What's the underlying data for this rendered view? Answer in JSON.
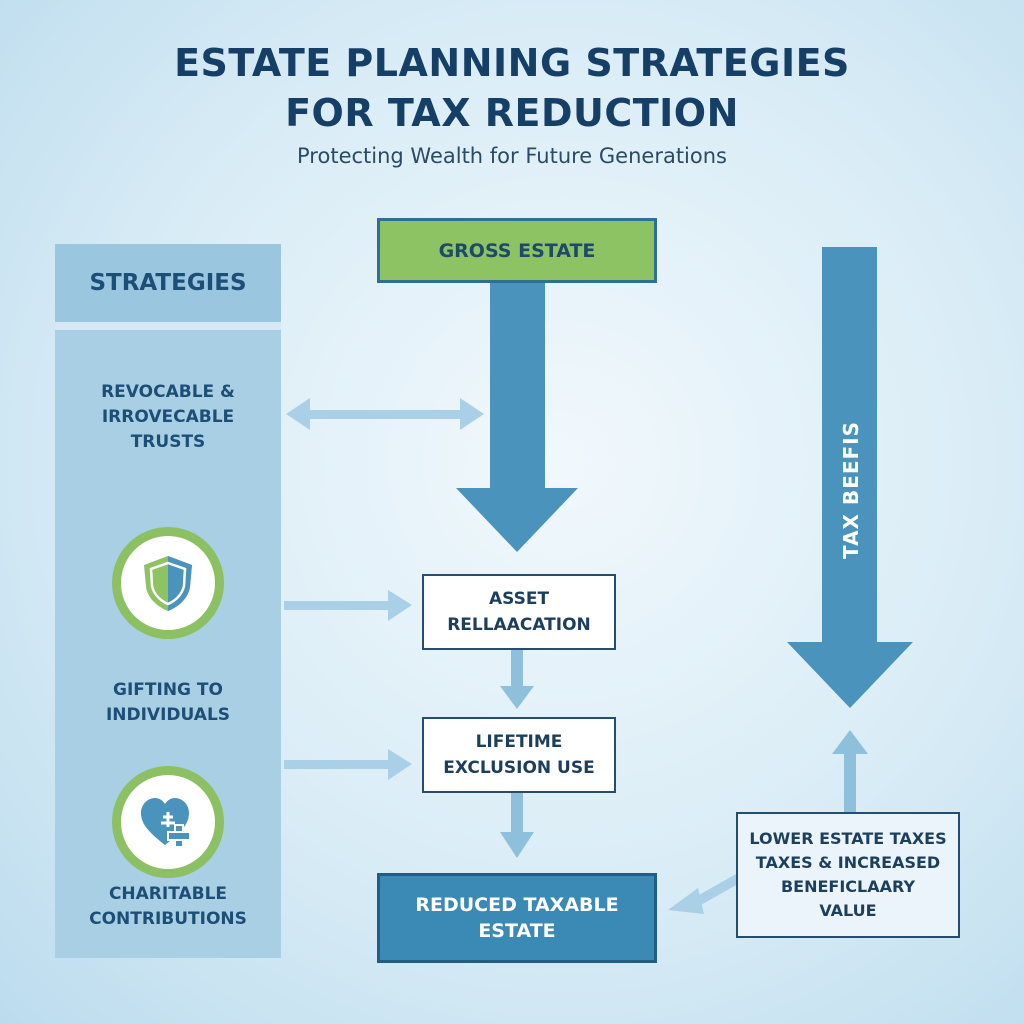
{
  "header": {
    "title_line1": "ESTATE PLANNING STRATEGIES",
    "title_line2": "FOR TAX REDUCTION",
    "subtitle": "Protecting Wealth for Future Generations"
  },
  "sidebar": {
    "heading": "STRATEGIES",
    "items": [
      {
        "label_line1": "REVOCABLE &",
        "label_line2": "IRROVECABLE",
        "label_line3": "TRUSTS"
      },
      {
        "icon": "shield-icon",
        "label_line1": "GIFTING TO",
        "label_line2": "INDIVIDUALS"
      },
      {
        "icon": "heart-plus-icon",
        "label_line1": "CHARITABLE",
        "label_line2": "CONTRIBUTIONS"
      }
    ]
  },
  "flow": {
    "gross_estate": "GROSS ESTATE",
    "asset_line1": "ASSET",
    "asset_line2": "RELLAACATION",
    "lifetime_line1": "LIFETIME",
    "lifetime_line2": "EXCLUSION USE",
    "reduced_line1": "REDUCED TAXABLE",
    "reduced_line2": "ESTATE"
  },
  "benefits": {
    "arrow_label": "TAX BEEFIS",
    "line1": "LOWER ESTATE TAXES",
    "line2": "TAXES & INCREASED",
    "line3": "BENEFICLAARY",
    "line4": "VALUE"
  },
  "colors": {
    "green": "#8dc363",
    "blue_arrow": "#4a93bd",
    "light_arrow": "#a9d0e6",
    "dark_text": "#163f68"
  }
}
